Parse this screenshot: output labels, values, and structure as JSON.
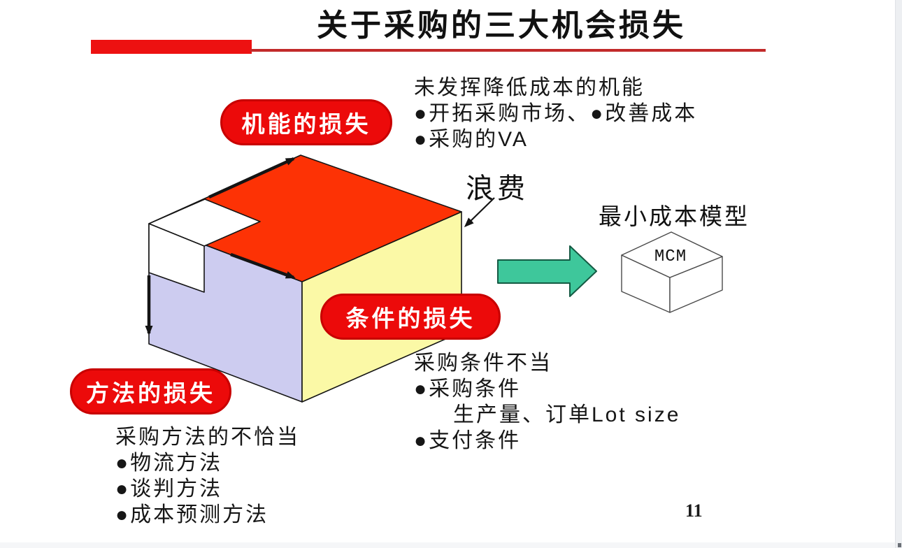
{
  "slide": {
    "title": "关于采购的三大机会损失",
    "page_number": "11"
  },
  "labels": {
    "function_loss": "机能的损失",
    "condition_loss": "条件的损失",
    "method_loss": "方法的损失",
    "waste": "浪费",
    "mcm_title": "最小成本模型",
    "mcm_box": "MCM"
  },
  "text_blocks": {
    "function": {
      "heading": "未发挥降低成本的机能",
      "lines": [
        "●开拓采购市场、●改善成本",
        "●采购的VA"
      ]
    },
    "condition": {
      "heading": "采购条件不当",
      "lines": [
        "●采购条件",
        "生产量、订单Lot size",
        "●支付条件"
      ]
    },
    "method": {
      "heading": "采购方法的不恰当",
      "lines": [
        "●物流方法",
        "●谈判方法",
        "●成本预测方法"
      ]
    }
  },
  "colors": {
    "accent_red": "#ed1111",
    "underline_thin_red": "#c22a2a",
    "pill_red": "#ec0a0a",
    "pill_border_red": "#c80000",
    "pill_text": "#ffffff",
    "box_top_face": "#fd3205",
    "box_left_face": "#cdccf0",
    "box_right_face": "#fbf9a6",
    "notch_white": "#ffffff",
    "edge_black": "#141414",
    "arrow_green": "#3ec79b",
    "arrow_green_border": "#145a43",
    "mcm_stroke": "#4a4a4a"
  }
}
